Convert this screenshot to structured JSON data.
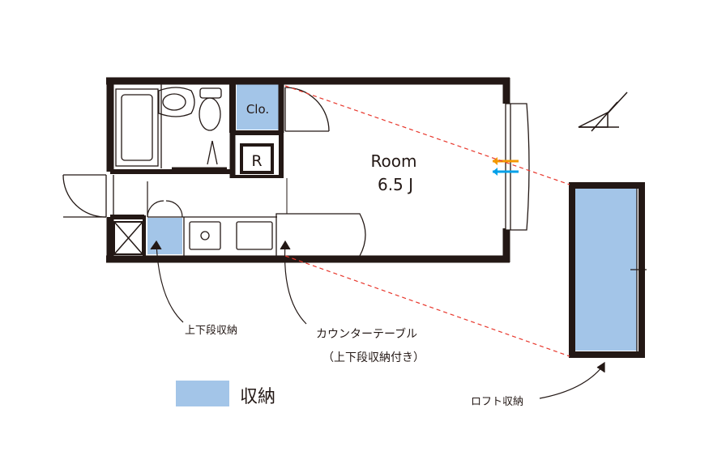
{
  "labels": {
    "closet": "Clo.",
    "refrigerator": "R",
    "room_name": "Room",
    "room_size": "6.5 J",
    "storage_upper_lower": "上下段収納",
    "counter_table": "カウンターテーブル",
    "counter_table_note": "（上下段収納付き）",
    "loft_storage": "ロフト収納",
    "legend_storage": "収納"
  },
  "colors": {
    "wall": "#231815",
    "storage_fill": "#a3c5e8",
    "dashed_line": "#e8372c",
    "ac_orange": "#f39800",
    "ac_blue": "#00a0e9"
  },
  "icons": {
    "north_arrow": "north-arrow-icon",
    "air_conditioner": "air-conditioner-icon",
    "vent": "vent-x-icon"
  }
}
